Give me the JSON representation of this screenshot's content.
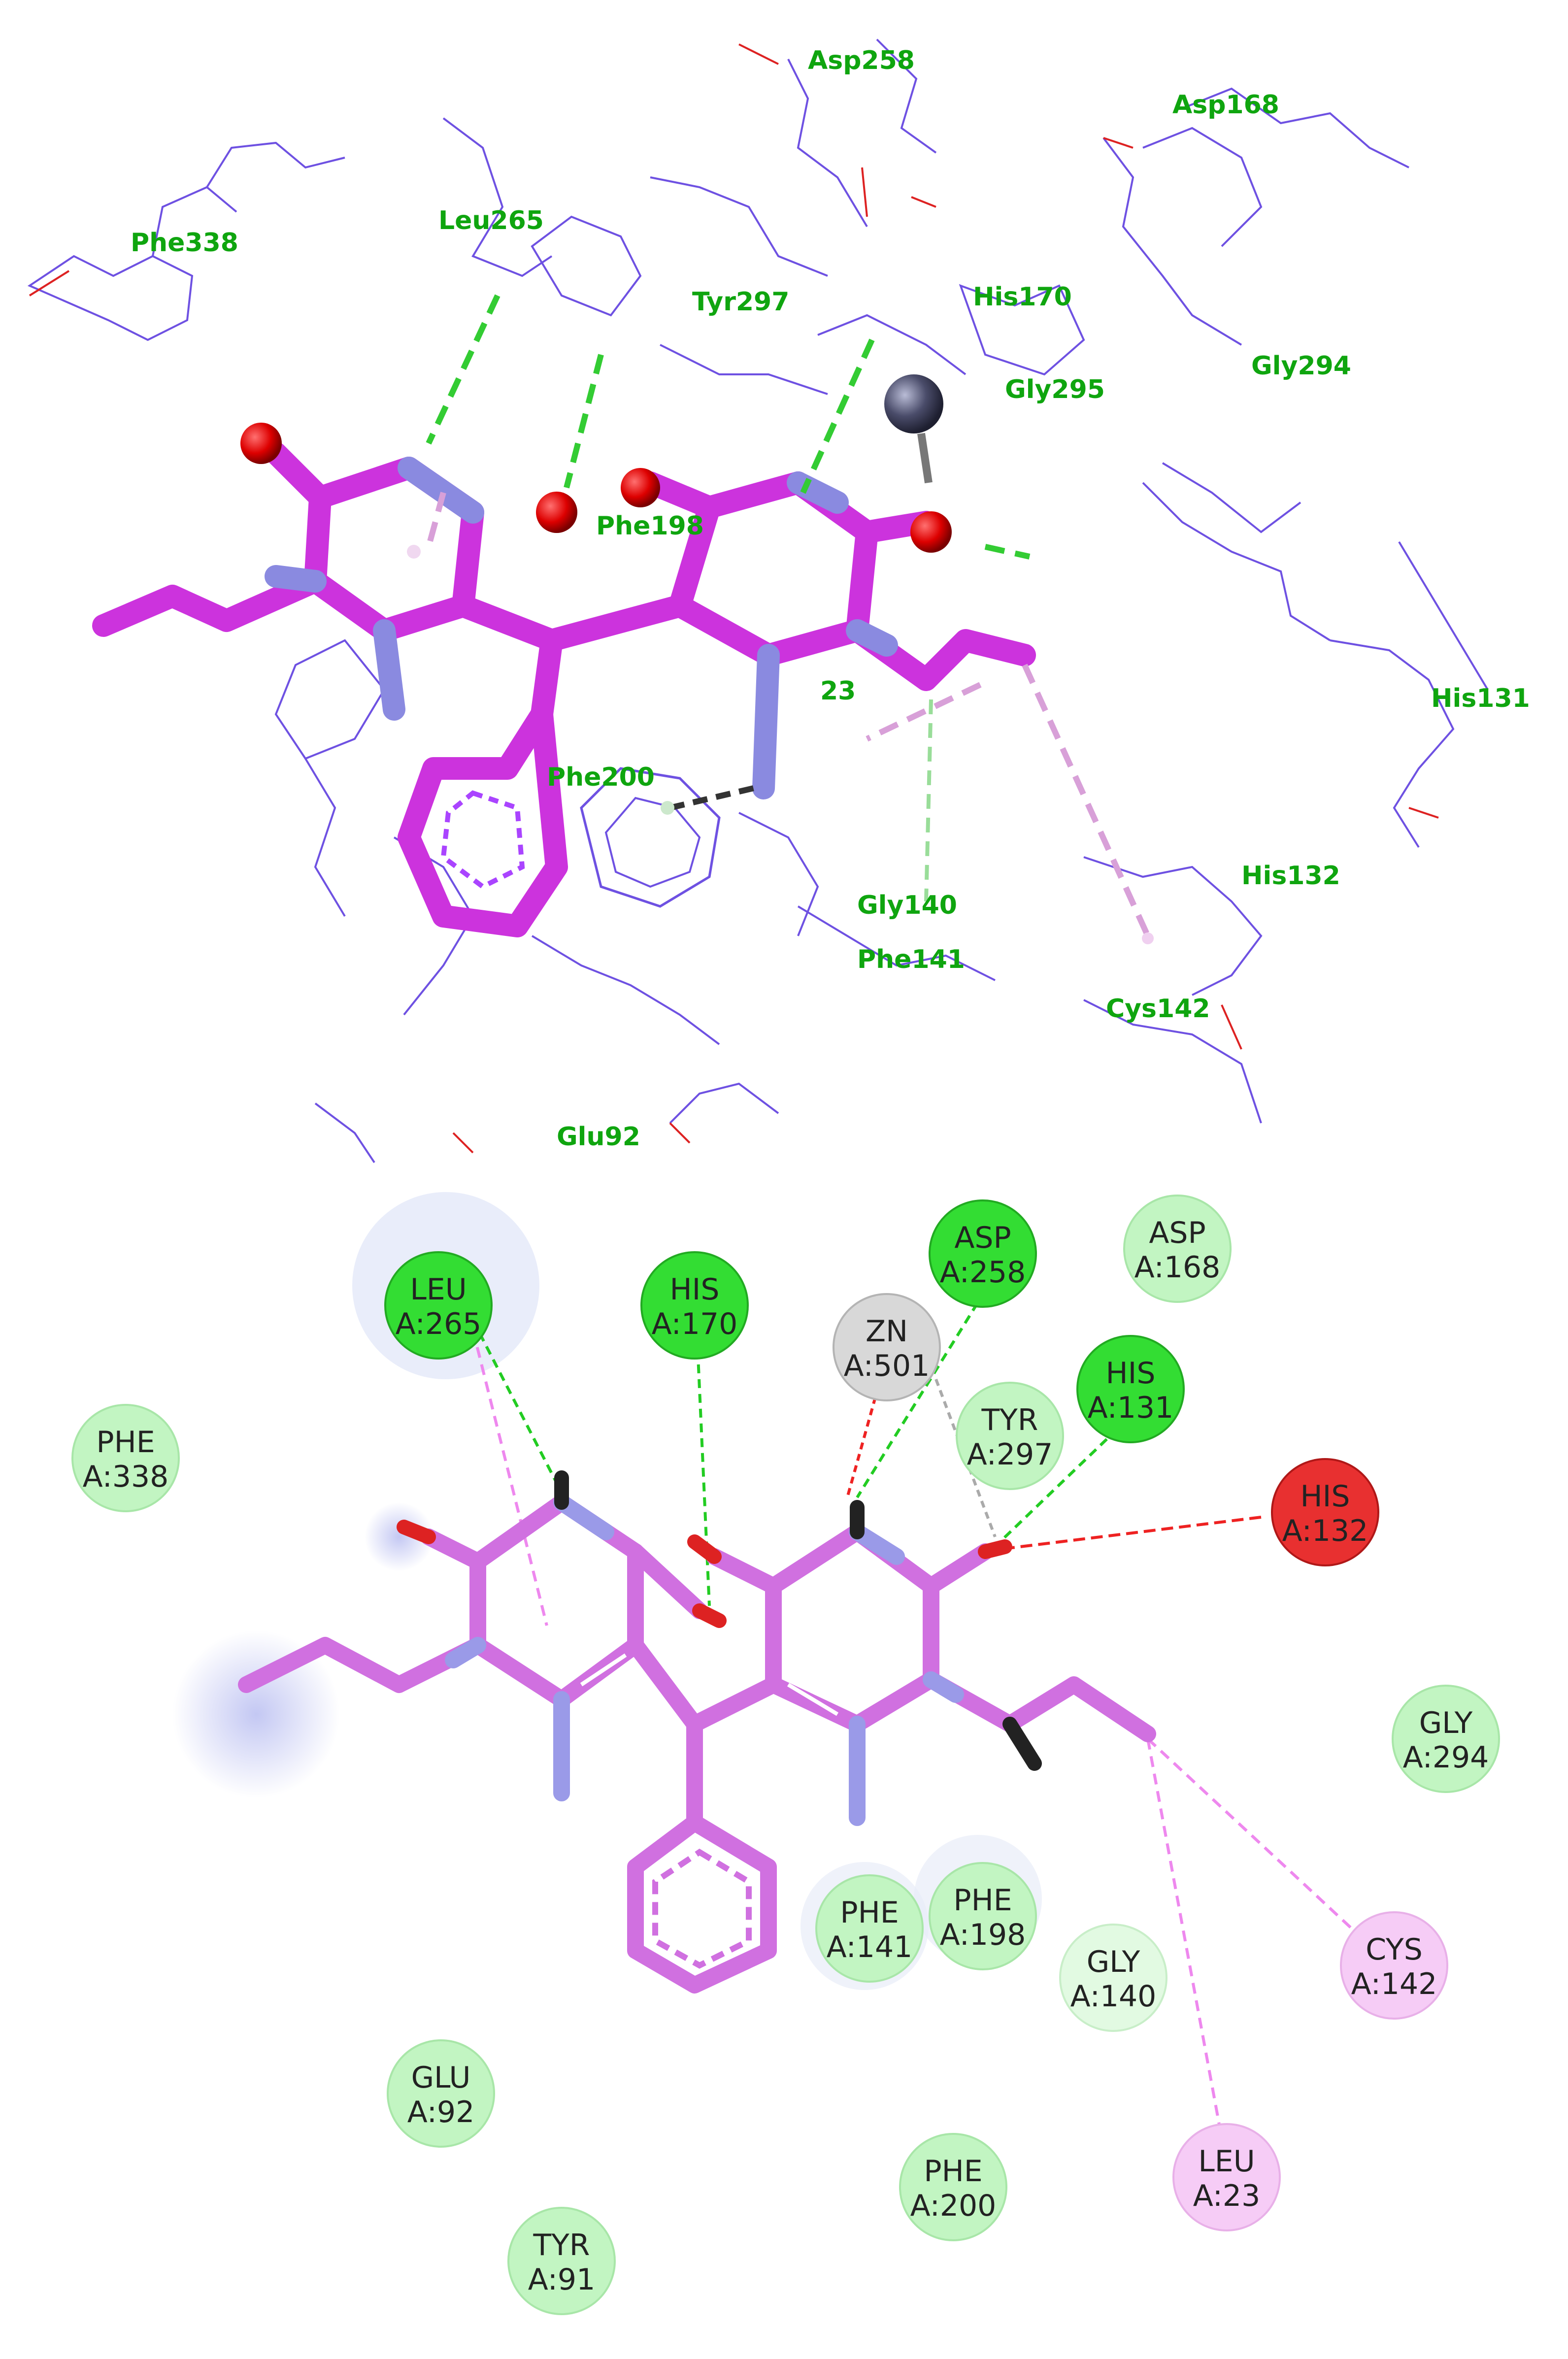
{
  "panel_3d": {
    "residue_labels": [
      {
        "id": "asp258",
        "text": "Asp258"
      },
      {
        "id": "asp168",
        "text": "Asp168"
      },
      {
        "id": "phe338",
        "text": "Phe338"
      },
      {
        "id": "leu265",
        "text": "Leu265"
      },
      {
        "id": "tyr297",
        "text": "Tyr297"
      },
      {
        "id": "his170",
        "text": "His170"
      },
      {
        "id": "gly294",
        "text": "Gly294"
      },
      {
        "id": "gly295",
        "text": "Gly295"
      },
      {
        "id": "phe198",
        "text": "Phe198"
      },
      {
        "id": "his131",
        "text": "His131"
      },
      {
        "id": "phe200",
        "text": "Phe200"
      },
      {
        "id": "his132",
        "text": "His132"
      },
      {
        "id": "gly140",
        "text": "Gly140"
      },
      {
        "id": "phe141",
        "text": "Phe141"
      },
      {
        "id": "cys142",
        "text": "Cys142"
      },
      {
        "id": "glu92",
        "text": "Glu92"
      },
      {
        "id": "fragment23",
        "text": "23"
      }
    ]
  },
  "panel_2d": {
    "residues": [
      {
        "id": "leu265",
        "line1": "LEU",
        "line2": "A:265",
        "type": "hbond"
      },
      {
        "id": "his170",
        "line1": "HIS",
        "line2": "A:170",
        "type": "hbond"
      },
      {
        "id": "asp258",
        "line1": "ASP",
        "line2": "A:258",
        "type": "hbond"
      },
      {
        "id": "asp168",
        "line1": "ASP",
        "line2": "A:168",
        "type": "vdw"
      },
      {
        "id": "zn501",
        "line1": "ZN",
        "line2": "A:501",
        "type": "metal"
      },
      {
        "id": "his131",
        "line1": "HIS",
        "line2": "A:131",
        "type": "hbond"
      },
      {
        "id": "tyr297",
        "line1": "TYR",
        "line2": "A:297",
        "type": "vdw"
      },
      {
        "id": "phe338",
        "line1": "PHE",
        "line2": "A:338",
        "type": "vdw"
      },
      {
        "id": "his132",
        "line1": "HIS",
        "line2": "A:132",
        "type": "unfavorable"
      },
      {
        "id": "gly294",
        "line1": "GLY",
        "line2": "A:294",
        "type": "vdw"
      },
      {
        "id": "phe141",
        "line1": "PHE",
        "line2": "A:141",
        "type": "vdw"
      },
      {
        "id": "phe198",
        "line1": "PHE",
        "line2": "A:198",
        "type": "vdw"
      },
      {
        "id": "gly140",
        "line1": "GLY",
        "line2": "A:140",
        "type": "carbon_hbond"
      },
      {
        "id": "cys142",
        "line1": "CYS",
        "line2": "A:142",
        "type": "alkyl"
      },
      {
        "id": "glu92",
        "line1": "GLU",
        "line2": "A:92",
        "type": "vdw"
      },
      {
        "id": "phe200",
        "line1": "PHE",
        "line2": "A:200",
        "type": "vdw"
      },
      {
        "id": "leu23",
        "line1": "LEU",
        "line2": "A:23",
        "type": "alkyl"
      },
      {
        "id": "tyr91",
        "line1": "TYR",
        "line2": "A:91",
        "type": "vdw"
      }
    ]
  },
  "colors": {
    "label_green": "#0fa50f",
    "ligand_magenta": "#cc33dd",
    "ligand_2d": "#d070e0",
    "nitrogen": "#8a8ae0",
    "oxygen": "#dd0000",
    "protein_lines": "#5533dd",
    "hbond": "#22cc22",
    "vdw_fill": "#bdf5bd",
    "hbond_fill": "#33dd33",
    "alkyl_fill": "#f5c8f5",
    "unfavorable_fill": "#e83030",
    "metal_fill": "#d8d8d8",
    "alkyl_line": "#ee88ee"
  }
}
